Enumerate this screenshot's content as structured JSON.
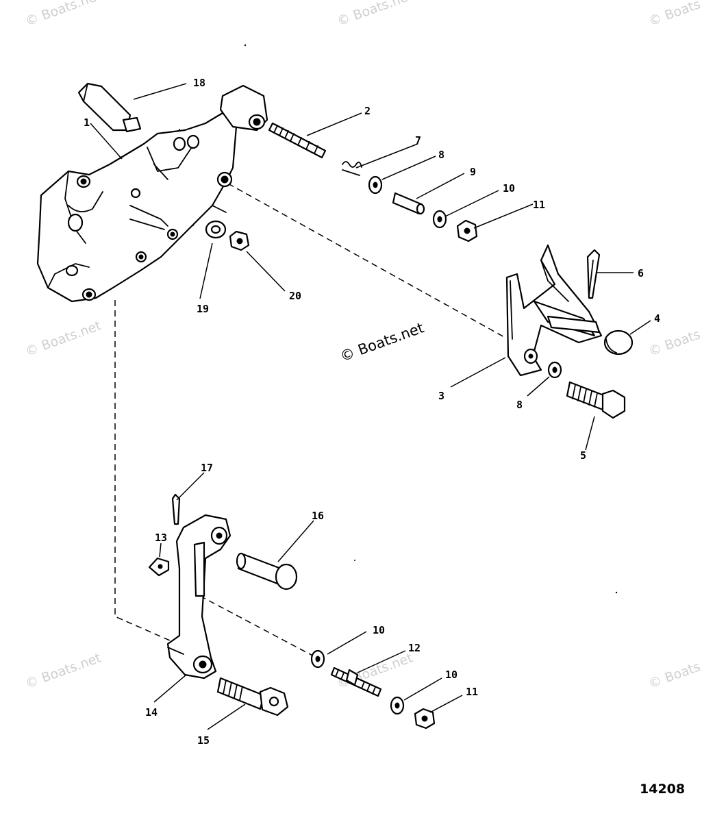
{
  "watermark": "© Boats.net",
  "figure_number": "14208",
  "callouts": {
    "c1": "1",
    "c2": "2",
    "c3": "3",
    "c4": "4",
    "c5": "5",
    "c6": "6",
    "c7": "7",
    "c8a": "8",
    "c8b": "8",
    "c9": "9",
    "c10a": "10",
    "c10b": "10",
    "c10c": "10",
    "c11a": "11",
    "c11b": "11",
    "c12": "12",
    "c13": "13",
    "c14": "14",
    "c15": "15",
    "c16": "16",
    "c17": "17",
    "c18": "18",
    "c19": "19",
    "c20": "20"
  }
}
